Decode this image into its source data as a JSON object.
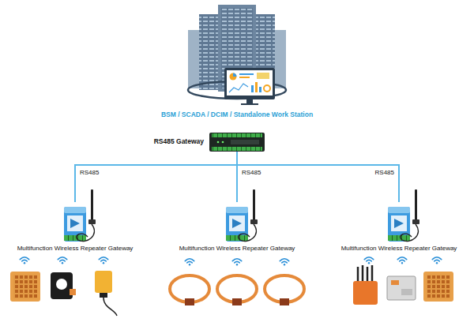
{
  "diagram": {
    "nodes": [
      {
        "text": [
          "BSM / SCADA / DCIM / Standalone Work Station"
        ]
      },
      {
        "text": [
          "RS485 Gateway"
        ]
      },
      {
        "text": [
          "Multifunction Wireless Repeater Gateway"
        ]
      },
      {
        "text": [
          "Multifunction Wireless Repeater Gateway"
        ]
      },
      {
        "text": [
          "Multifunction Wireless Repeater Gateway"
        ]
      }
    ],
    "edges": [
      {
        "from": 1,
        "to": 2,
        "arrow": "none",
        "label": "RS485"
      },
      {
        "from": 1,
        "to": 3,
        "arrow": "none",
        "label": "RS485"
      },
      {
        "from": 1,
        "to": 4,
        "arrow": "none",
        "label": "RS485"
      }
    ]
  }
}
